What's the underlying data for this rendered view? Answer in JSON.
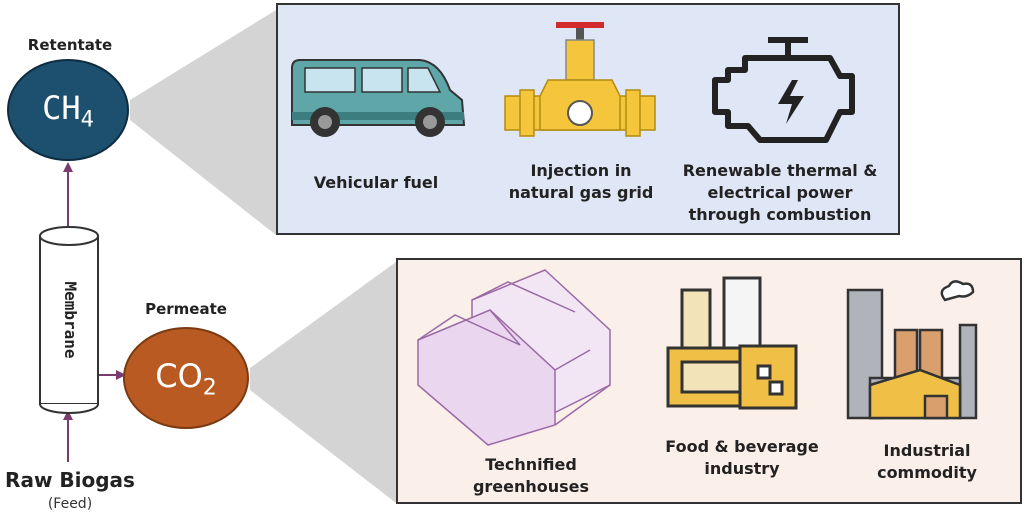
{
  "left": {
    "retentate_label": "Retentate",
    "ch4": "CH",
    "ch4_sub": "4",
    "permeate_label": "Permeate",
    "co2": "CO",
    "co2_sub": "2",
    "membrane_label": "Membrane",
    "feed_title": "Raw Biogas",
    "feed_sub": "(Feed)"
  },
  "top_panel": {
    "items": [
      {
        "icon": "van-icon",
        "label": "Vehicular fuel"
      },
      {
        "icon": "gas-valve-icon",
        "label_line1": "Injection in",
        "label_line2": "natural gas grid"
      },
      {
        "icon": "engine-icon",
        "label_line1": "Renewable thermal &",
        "label_line2": "electrical power",
        "label_line3": "through combustion"
      }
    ]
  },
  "bottom_panel": {
    "items": [
      {
        "icon": "greenhouse-icon",
        "label_line1": "Technified",
        "label_line2": "greenhouses"
      },
      {
        "icon": "food-beverage-icon",
        "label_line1": "Food & beverage",
        "label_line2": "industry"
      },
      {
        "icon": "factory-icon",
        "label_line1": "Industrial",
        "label_line2": "commodity"
      }
    ]
  },
  "colors": {
    "ch4_circle": "#1d4f6e",
    "co2_circle": "#b85a22",
    "arrow": "#7a3b6e",
    "top_panel_bg": "#dfe6f6",
    "bottom_panel_bg": "#fbefe9",
    "van": "#5fa6a8",
    "valve": "#f5c63b"
  }
}
